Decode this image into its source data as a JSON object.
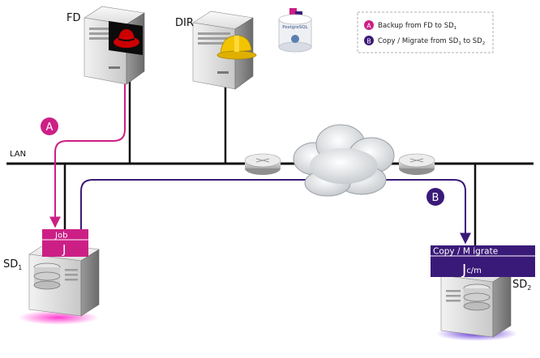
{
  "nodes": {
    "fd": "FD",
    "dir": "DIR",
    "sd1": "SD",
    "sd1_sub": "1",
    "sd2": "SD",
    "sd2_sub": "2",
    "lan": "LAN"
  },
  "db": {
    "label": "PostgreSQL"
  },
  "job_box": {
    "title": "Job",
    "letter": "J"
  },
  "copy_box": {
    "title": "Copy / M igrate",
    "letter": "J",
    "sub": "c/m"
  },
  "markers": {
    "a": "A",
    "b": "B"
  },
  "legend": {
    "items": [
      {
        "marker": "A",
        "text": "Backup from FD to SD",
        "sub": "1"
      },
      {
        "marker": "B",
        "text_pre": "Copy / Migrate from SD",
        "sub1": "1",
        "text_mid": " to SD",
        "sub2": "2"
      }
    ]
  },
  "colors": {
    "backup": "#cc1f86",
    "copy": "#3a1a78",
    "network": "#111111",
    "server_body": "#dcdcdc",
    "job_box": "#cc1f86",
    "copy_box": "#3a1a78"
  },
  "icons": {
    "fd_logo": "redhat-hat-icon",
    "dir_logo": "hard-hat-icon",
    "router": "router-icon",
    "cloud": "cloud-icon",
    "sd_storage": "disk-stack-icon"
  }
}
